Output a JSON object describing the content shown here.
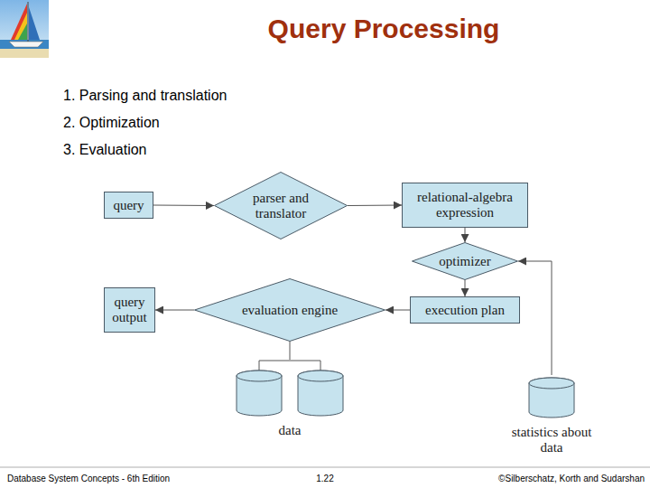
{
  "diagram": {
    "title": "Query Processing",
    "nodes": [
      {
        "text": [
          "query"
        ]
      },
      {
        "text": [
          "parser and translator"
        ]
      },
      {
        "text": [
          "relational-algebra expression"
        ]
      },
      {
        "text": [
          "optimizer"
        ]
      },
      {
        "text": [
          "query output"
        ]
      },
      {
        "text": [
          "evaluation engine"
        ]
      },
      {
        "text": [
          "execution plan"
        ]
      },
      {
        "text": [
          "data"
        ]
      },
      {
        "text": [
          "statistics about data"
        ]
      }
    ],
    "edges": [
      {
        "from": 0,
        "to": 1,
        "arrow": "to"
      },
      {
        "from": 1,
        "to": 2,
        "arrow": "to"
      },
      {
        "from": 2,
        "to": 3,
        "arrow": "to"
      },
      {
        "from": 3,
        "to": 6,
        "arrow": "to"
      },
      {
        "from": 6,
        "to": 5,
        "arrow": "to"
      },
      {
        "from": 5,
        "to": 4,
        "arrow": "to"
      },
      {
        "from": 8,
        "to": 3,
        "arrow": "to"
      },
      {
        "from": 5,
        "to": 7,
        "arrow": "none"
      }
    ],
    "labels": [
      "1. Parsing and translation",
      "2. Optimization",
      "3. Evaluation",
      "Database System Concepts - 6th Edition",
      "1.22",
      "©Silberschatz, Korth and Sudarshan"
    ]
  }
}
